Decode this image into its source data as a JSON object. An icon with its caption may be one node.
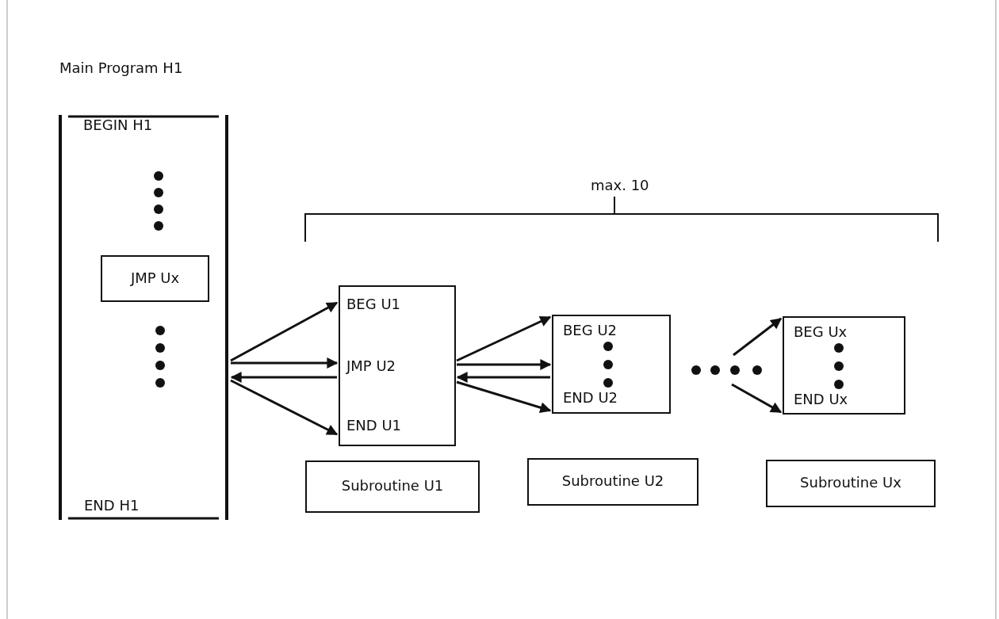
{
  "diagram": {
    "nodes": [
      {
        "text": [
          "Main Program H1",
          "BEGIN H1",
          "END H1"
        ]
      },
      {
        "text": [
          "JMP Ux"
        ],
        "in": 0
      },
      {
        "text": [
          "BEG U1",
          "JMP U2",
          "END U1"
        ]
      },
      {
        "text": [
          "Subroutine U1"
        ]
      },
      {
        "text": [
          "BEG U2",
          "END U2"
        ]
      },
      {
        "text": [
          "Subroutine U2"
        ]
      },
      {
        "text": [
          "BEG Ux",
          "END Ux"
        ]
      },
      {
        "text": [
          "Subroutine Ux"
        ]
      }
    ],
    "edges": [
      {
        "from": 0,
        "to": 2,
        "arrow": "to"
      },
      {
        "from": 0,
        "to": 2,
        "arrow": "to"
      },
      {
        "from": 2,
        "to": 0,
        "arrow": "to"
      },
      {
        "from": 0,
        "to": 2,
        "arrow": "to"
      },
      {
        "from": 2,
        "to": 4,
        "arrow": "to"
      },
      {
        "from": 2,
        "to": 4,
        "arrow": "to"
      },
      {
        "from": 4,
        "to": 2,
        "arrow": "to"
      },
      {
        "from": 2,
        "to": 4,
        "arrow": "to"
      },
      {
        "from": null,
        "to": 6,
        "arrow": "to"
      },
      {
        "from": null,
        "to": 6,
        "arrow": "to"
      }
    ],
    "labels": [
      "max. 10"
    ]
  }
}
